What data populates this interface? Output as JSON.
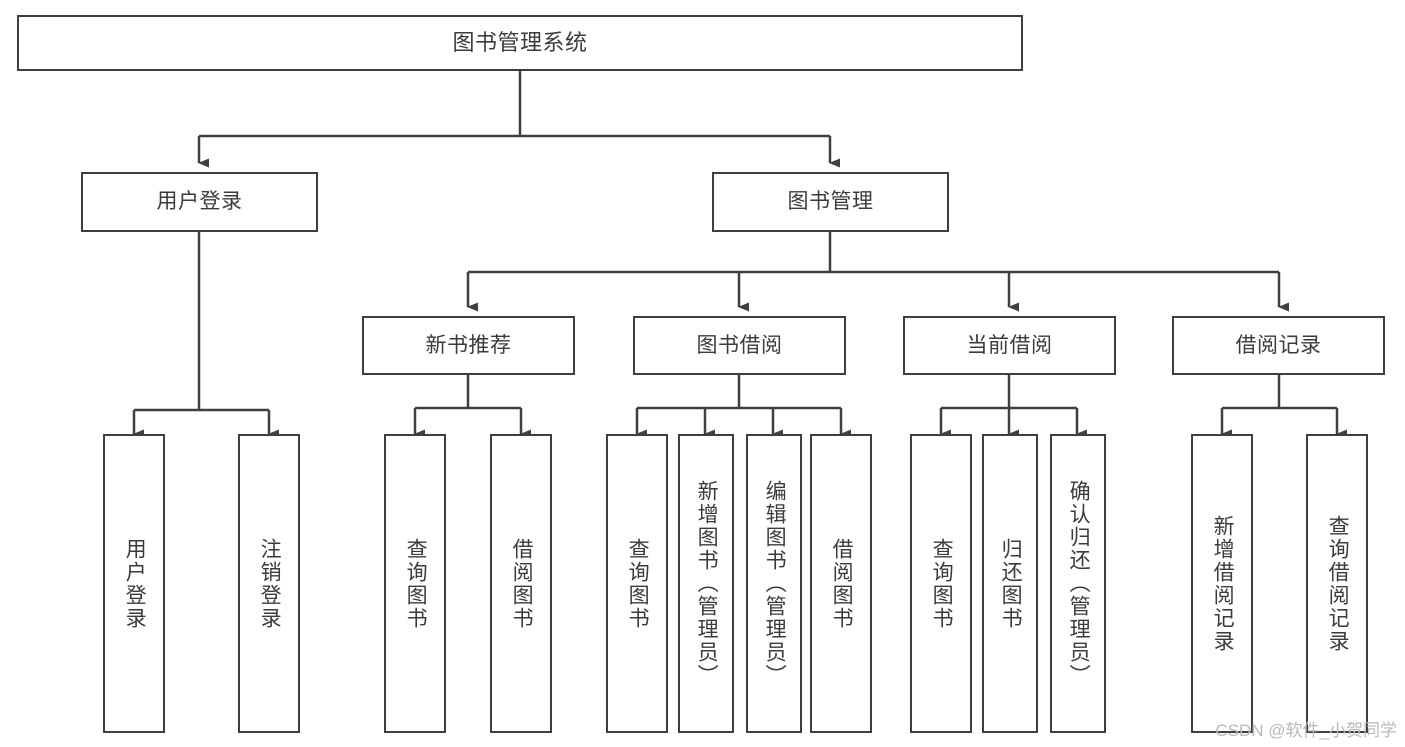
{
  "diagram": {
    "title": "图书管理系统",
    "watermark": "CSDN @软件_小贺同学",
    "colors": {
      "border": "#3f3f3f",
      "text": "#3b3b3b",
      "background": "#ffffff",
      "watermark": "#b9b9b9"
    },
    "nodes": {
      "root": "图书管理系统",
      "level2": {
        "user_login": "用户登录",
        "book_manage": "图书管理"
      },
      "level3": {
        "new_book_recommend": "新书推荐",
        "book_borrow": "图书借阅",
        "current_borrow": "当前借阅",
        "borrow_record": "借阅记录"
      },
      "leaves": {
        "user_login_children": [
          "用户登录",
          "注销登录"
        ],
        "new_book_recommend_children": [
          "查询图书",
          "借阅图书"
        ],
        "book_borrow_children": [
          "查询图书",
          "新增图书（管理员）",
          "编辑图书（管理员）",
          "借阅图书"
        ],
        "current_borrow_children": [
          "查询图书",
          "归还图书",
          "确认归还（管理员）"
        ],
        "borrow_record_children": [
          "新增借阅记录",
          "查询借阅记录"
        ]
      }
    }
  }
}
